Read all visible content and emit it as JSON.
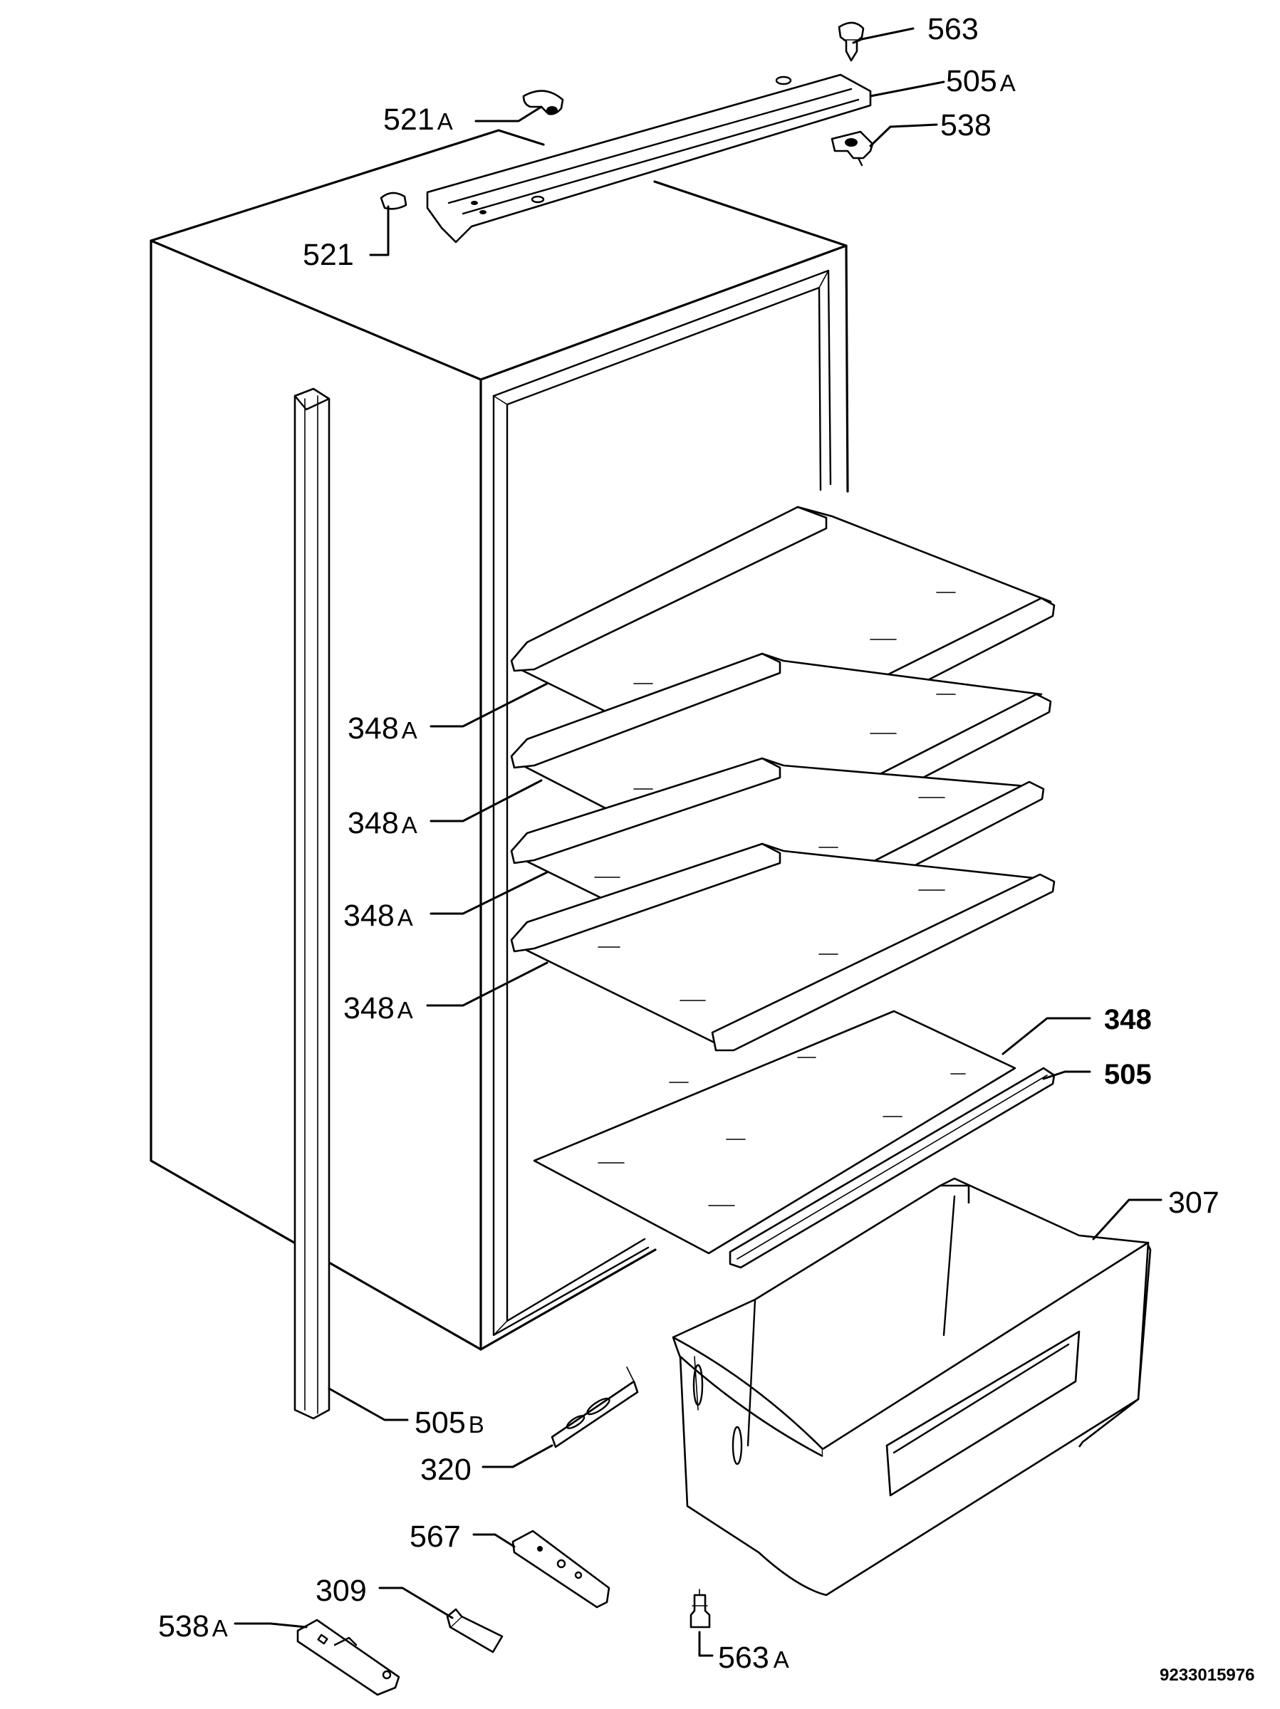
{
  "document_number": "9233015976",
  "callouts": [
    {
      "id": "563",
      "num": "563",
      "suffix": ""
    },
    {
      "id": "505A",
      "num": "505",
      "suffix": "A"
    },
    {
      "id": "538",
      "num": "538",
      "suffix": ""
    },
    {
      "id": "521A",
      "num": "521",
      "suffix": "A"
    },
    {
      "id": "521",
      "num": "521",
      "suffix": ""
    },
    {
      "id": "348A-1",
      "num": "348",
      "suffix": "A"
    },
    {
      "id": "348A-2",
      "num": "348",
      "suffix": "A"
    },
    {
      "id": "348A-3",
      "num": "348",
      "suffix": "A"
    },
    {
      "id": "348A-4",
      "num": "348",
      "suffix": "A"
    },
    {
      "id": "348",
      "num": "348",
      "suffix": ""
    },
    {
      "id": "505",
      "num": "505",
      "suffix": ""
    },
    {
      "id": "307",
      "num": "307",
      "suffix": ""
    },
    {
      "id": "505B",
      "num": "505",
      "suffix": "B"
    },
    {
      "id": "320",
      "num": "320",
      "suffix": ""
    },
    {
      "id": "567",
      "num": "567",
      "suffix": ""
    },
    {
      "id": "309",
      "num": "309",
      "suffix": ""
    },
    {
      "id": "538A",
      "num": "538",
      "suffix": "A"
    },
    {
      "id": "563A",
      "num": "563",
      "suffix": "A"
    }
  ]
}
